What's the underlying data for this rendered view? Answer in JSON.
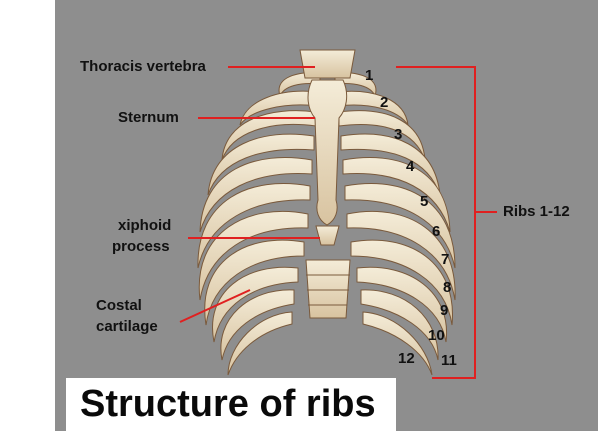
{
  "labels": {
    "thoracic_vertebra": "Thoracis vertebra",
    "sternum": "Sternum",
    "xiphoid_line1": "xiphoid",
    "xiphoid_line2": "process",
    "costal_line1": "Costal",
    "costal_line2": "cartilage",
    "ribs_range": "Ribs 1-12"
  },
  "rib_numbers": [
    "1",
    "2",
    "3",
    "4",
    "5",
    "6",
    "7",
    "8",
    "9",
    "10",
    "11",
    "12"
  ],
  "title": "Structure of ribs",
  "colors": {
    "background": "#8e8e8e",
    "pointer": "#e02020",
    "bone": "#eee4cc",
    "bone_shade": "#b89a78",
    "text": "#111111"
  }
}
